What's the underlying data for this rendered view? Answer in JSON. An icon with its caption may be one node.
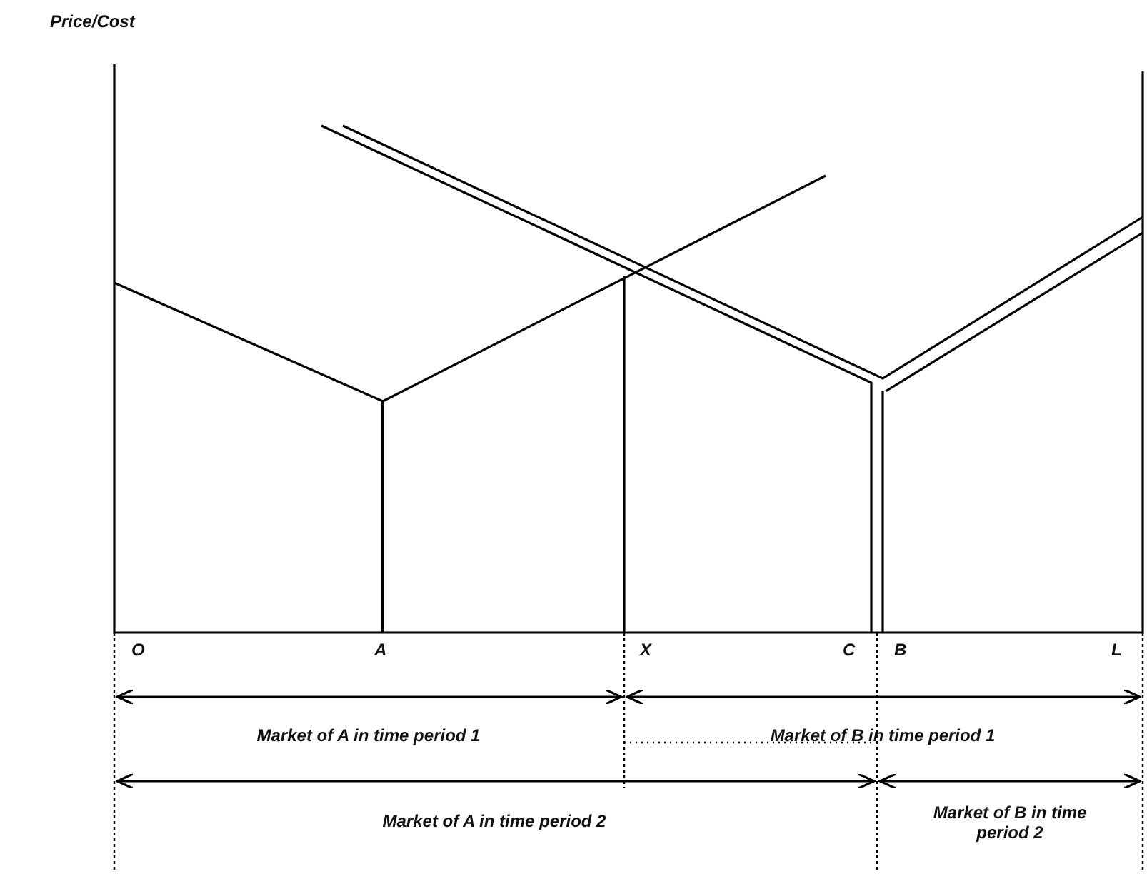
{
  "diagram": {
    "labels": [
      "Price/Cost",
      "O",
      "A",
      "X",
      "C",
      "B",
      "L",
      "Market of A in time period 1",
      "Market of B in time period 1",
      "Market of A in time period 2",
      "Market of B in time period 2"
    ]
  }
}
